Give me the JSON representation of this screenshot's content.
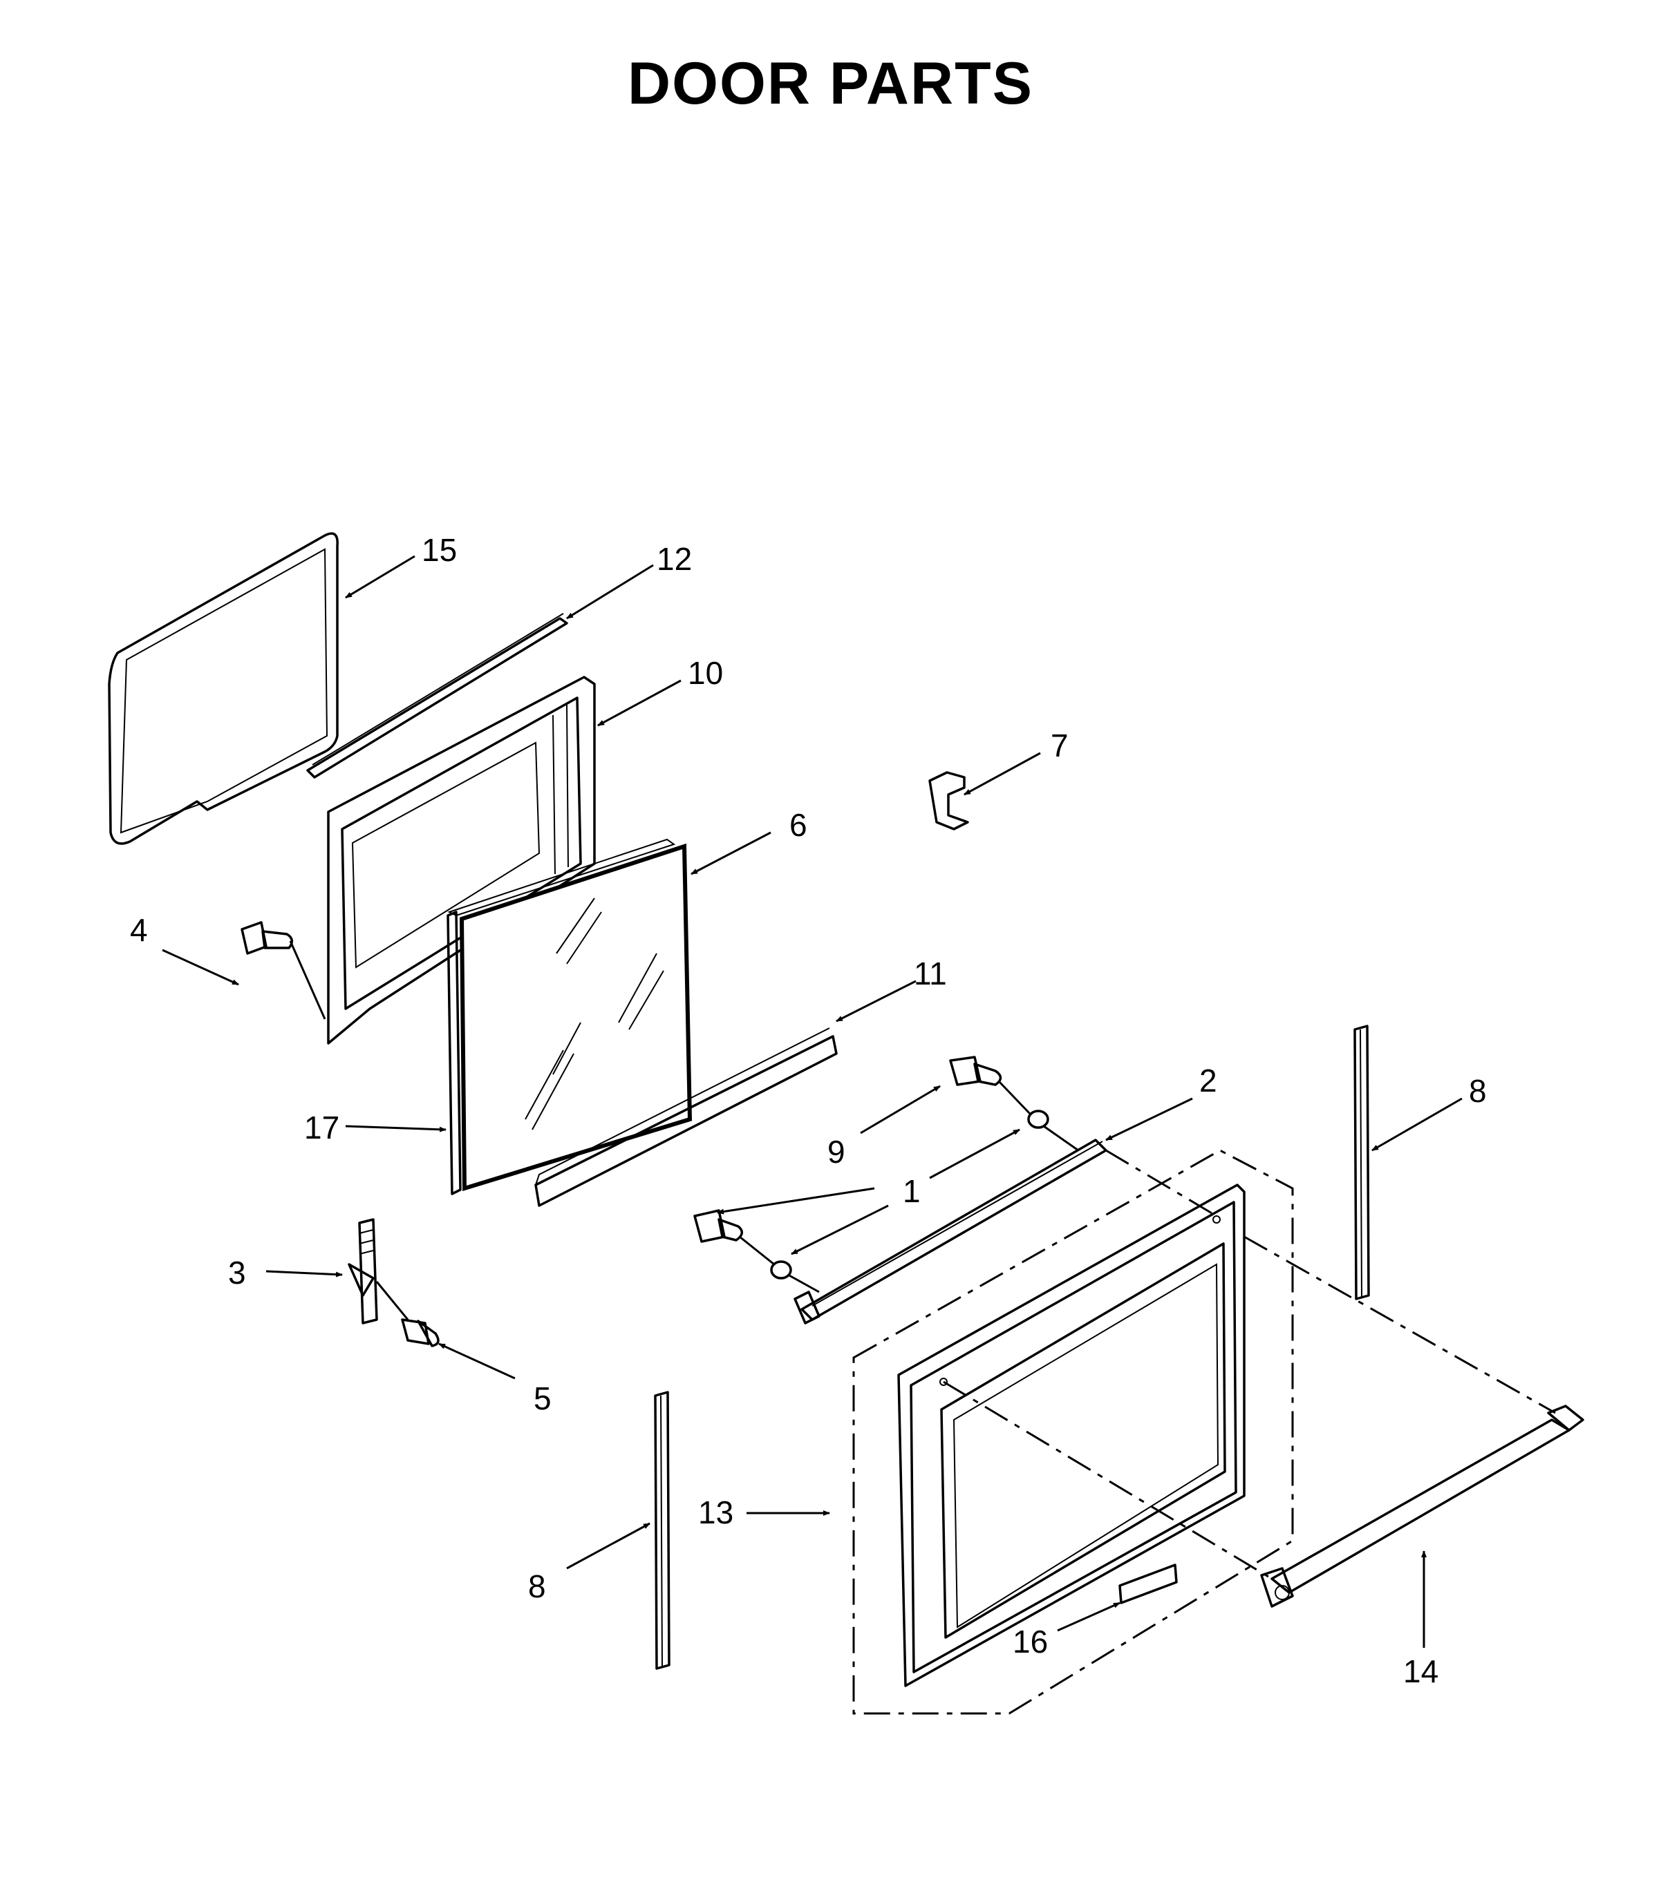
{
  "title": "DOOR PARTS",
  "callouts": {
    "c1": "1",
    "c2": "2",
    "c3": "3",
    "c4": "4",
    "c5": "5",
    "c6": "6",
    "c7": "7",
    "c8a": "8",
    "c8b": "8",
    "c9": "9",
    "c10": "10",
    "c11": "11",
    "c12": "12",
    "c13": "13",
    "c14": "14",
    "c15": "15",
    "c16": "16",
    "c17": "17"
  }
}
